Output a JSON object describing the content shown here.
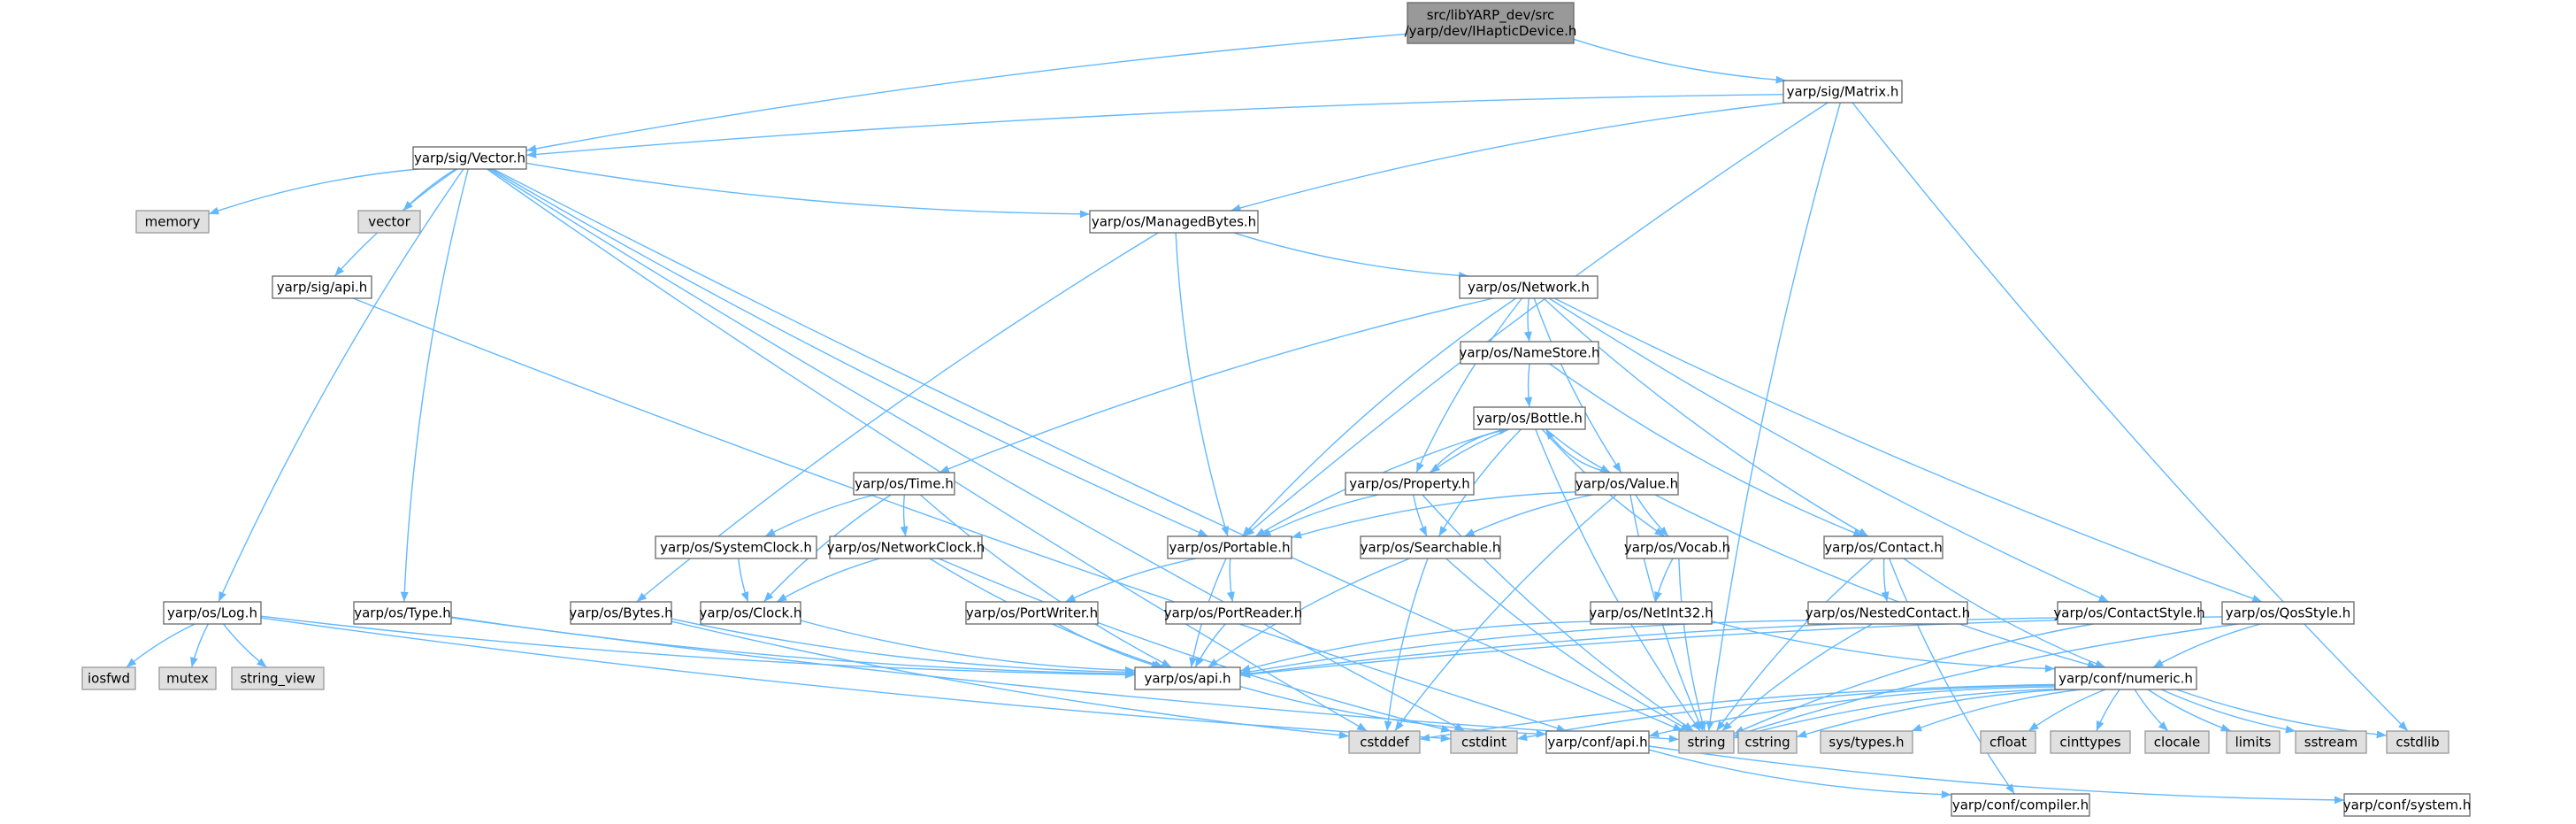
{
  "diagram": {
    "type": "include-dependency-graph",
    "colors": {
      "edge": "#63b8ff",
      "root_fill": "#999999",
      "root_border": "#666666",
      "file_fill": "#ffffff",
      "file_border": "#666666",
      "system_fill": "#e0e0e0",
      "system_border": "#999999"
    },
    "nodes": [
      {
        "id": "root",
        "kind": "root",
        "lines": [
          "src/libYARP_dev/src",
          "/yarp/dev/IHapticDevice.h"
        ]
      },
      {
        "id": "sig_matrix",
        "kind": "file",
        "lines": [
          "yarp/sig/Matrix.h"
        ]
      },
      {
        "id": "sig_vector",
        "kind": "file",
        "lines": [
          "yarp/sig/Vector.h"
        ]
      },
      {
        "id": "memory",
        "kind": "system",
        "lines": [
          "memory"
        ]
      },
      {
        "id": "vector",
        "kind": "system",
        "lines": [
          "vector"
        ]
      },
      {
        "id": "os_managedbytes",
        "kind": "file",
        "lines": [
          "yarp/os/ManagedBytes.h"
        ]
      },
      {
        "id": "sig_api",
        "kind": "file",
        "lines": [
          "yarp/sig/api.h"
        ]
      },
      {
        "id": "os_network",
        "kind": "file",
        "lines": [
          "yarp/os/Network.h"
        ]
      },
      {
        "id": "os_namestore",
        "kind": "file",
        "lines": [
          "yarp/os/NameStore.h"
        ]
      },
      {
        "id": "os_bottle",
        "kind": "file",
        "lines": [
          "yarp/os/Bottle.h"
        ]
      },
      {
        "id": "os_time",
        "kind": "file",
        "lines": [
          "yarp/os/Time.h"
        ]
      },
      {
        "id": "os_property",
        "kind": "file",
        "lines": [
          "yarp/os/Property.h"
        ]
      },
      {
        "id": "os_value",
        "kind": "file",
        "lines": [
          "yarp/os/Value.h"
        ]
      },
      {
        "id": "os_systemclock",
        "kind": "file",
        "lines": [
          "yarp/os/SystemClock.h"
        ]
      },
      {
        "id": "os_networkclock",
        "kind": "file",
        "lines": [
          "yarp/os/NetworkClock.h"
        ]
      },
      {
        "id": "os_portable",
        "kind": "file",
        "lines": [
          "yarp/os/Portable.h"
        ]
      },
      {
        "id": "os_searchable",
        "kind": "file",
        "lines": [
          "yarp/os/Searchable.h"
        ]
      },
      {
        "id": "os_vocab",
        "kind": "file",
        "lines": [
          "yarp/os/Vocab.h"
        ]
      },
      {
        "id": "os_contact",
        "kind": "file",
        "lines": [
          "yarp/os/Contact.h"
        ]
      },
      {
        "id": "os_log",
        "kind": "file",
        "lines": [
          "yarp/os/Log.h"
        ]
      },
      {
        "id": "os_type",
        "kind": "file",
        "lines": [
          "yarp/os/Type.h"
        ]
      },
      {
        "id": "os_bytes",
        "kind": "file",
        "lines": [
          "yarp/os/Bytes.h"
        ]
      },
      {
        "id": "os_clock",
        "kind": "file",
        "lines": [
          "yarp/os/Clock.h"
        ]
      },
      {
        "id": "os_portwriter",
        "kind": "file",
        "lines": [
          "yarp/os/PortWriter.h"
        ]
      },
      {
        "id": "os_portreader",
        "kind": "file",
        "lines": [
          "yarp/os/PortReader.h"
        ]
      },
      {
        "id": "os_netint32",
        "kind": "file",
        "lines": [
          "yarp/os/NetInt32.h"
        ]
      },
      {
        "id": "os_nestedcontact",
        "kind": "file",
        "lines": [
          "yarp/os/NestedContact.h"
        ]
      },
      {
        "id": "os_contactstyle",
        "kind": "file",
        "lines": [
          "yarp/os/ContactStyle.h"
        ]
      },
      {
        "id": "os_qosstyle",
        "kind": "file",
        "lines": [
          "yarp/os/QosStyle.h"
        ]
      },
      {
        "id": "iosfwd",
        "kind": "system",
        "lines": [
          "iosfwd"
        ]
      },
      {
        "id": "mutex",
        "kind": "system",
        "lines": [
          "mutex"
        ]
      },
      {
        "id": "string_view",
        "kind": "system",
        "lines": [
          "string_view"
        ]
      },
      {
        "id": "os_api",
        "kind": "file",
        "lines": [
          "yarp/os/api.h"
        ]
      },
      {
        "id": "conf_numeric",
        "kind": "file",
        "lines": [
          "yarp/conf/numeric.h"
        ]
      },
      {
        "id": "cstddef",
        "kind": "system",
        "lines": [
          "cstddef"
        ]
      },
      {
        "id": "cstdint",
        "kind": "system",
        "lines": [
          "cstdint"
        ]
      },
      {
        "id": "conf_api",
        "kind": "file",
        "lines": [
          "yarp/conf/api.h"
        ]
      },
      {
        "id": "string",
        "kind": "system",
        "lines": [
          "string"
        ]
      },
      {
        "id": "cstring",
        "kind": "system",
        "lines": [
          "cstring"
        ]
      },
      {
        "id": "sys_types",
        "kind": "system",
        "lines": [
          "sys/types.h"
        ]
      },
      {
        "id": "cfloat",
        "kind": "system",
        "lines": [
          "cfloat"
        ]
      },
      {
        "id": "cinttypes",
        "kind": "system",
        "lines": [
          "cinttypes"
        ]
      },
      {
        "id": "clocale",
        "kind": "system",
        "lines": [
          "clocale"
        ]
      },
      {
        "id": "limits",
        "kind": "system",
        "lines": [
          "limits"
        ]
      },
      {
        "id": "sstream",
        "kind": "system",
        "lines": [
          "sstream"
        ]
      },
      {
        "id": "cstdlib",
        "kind": "system",
        "lines": [
          "cstdlib"
        ]
      },
      {
        "id": "conf_compiler",
        "kind": "file",
        "lines": [
          "yarp/conf/compiler.h"
        ]
      },
      {
        "id": "conf_system",
        "kind": "file",
        "lines": [
          "yarp/conf/system.h"
        ]
      }
    ],
    "edges": [
      [
        "root",
        "sig_vector"
      ],
      [
        "root",
        "sig_matrix"
      ],
      [
        "sig_matrix",
        "sig_vector"
      ],
      [
        "sig_matrix",
        "os_managedbytes"
      ],
      [
        "sig_matrix",
        "os_portable"
      ],
      [
        "sig_matrix",
        "cstdlib"
      ],
      [
        "sig_matrix",
        "string"
      ],
      [
        "sig_vector",
        "memory"
      ],
      [
        "sig_vector",
        "vector"
      ],
      [
        "sig_vector",
        "os_managedbytes"
      ],
      [
        "sig_vector",
        "sig_api"
      ],
      [
        "sig_vector",
        "os_log"
      ],
      [
        "sig_vector",
        "os_type"
      ],
      [
        "sig_vector",
        "os_portable"
      ],
      [
        "sig_vector",
        "cstddef"
      ],
      [
        "sig_vector",
        "cstdint"
      ],
      [
        "sig_vector",
        "string"
      ],
      [
        "os_managedbytes",
        "os_network"
      ],
      [
        "os_managedbytes",
        "os_bytes"
      ],
      [
        "os_managedbytes",
        "os_portable"
      ],
      [
        "sig_api",
        "conf_api"
      ],
      [
        "os_network",
        "os_namestore"
      ],
      [
        "os_network",
        "os_time"
      ],
      [
        "os_network",
        "os_property"
      ],
      [
        "os_network",
        "os_value"
      ],
      [
        "os_network",
        "os_portable"
      ],
      [
        "os_network",
        "os_contact"
      ],
      [
        "os_network",
        "os_contactstyle"
      ],
      [
        "os_network",
        "os_qosstyle"
      ],
      [
        "os_namestore",
        "os_bottle"
      ],
      [
        "os_namestore",
        "os_contact"
      ],
      [
        "os_bottle",
        "os_property"
      ],
      [
        "os_bottle",
        "os_value"
      ],
      [
        "os_bottle",
        "os_portable"
      ],
      [
        "os_bottle",
        "os_searchable"
      ],
      [
        "os_bottle",
        "os_vocab"
      ],
      [
        "os_bottle",
        "string"
      ],
      [
        "os_property",
        "os_bottle"
      ],
      [
        "os_property",
        "os_portable"
      ],
      [
        "os_property",
        "os_searchable"
      ],
      [
        "os_property",
        "string"
      ],
      [
        "os_value",
        "os_bottle"
      ],
      [
        "os_value",
        "os_portable"
      ],
      [
        "os_value",
        "os_searchable"
      ],
      [
        "os_value",
        "os_vocab"
      ],
      [
        "os_value",
        "cstddef"
      ],
      [
        "os_value",
        "string"
      ],
      [
        "os_value",
        "conf_numeric"
      ],
      [
        "os_time",
        "os_systemclock"
      ],
      [
        "os_time",
        "os_networkclock"
      ],
      [
        "os_time",
        "os_clock"
      ],
      [
        "os_time",
        "os_api"
      ],
      [
        "os_systemclock",
        "os_clock"
      ],
      [
        "os_networkclock",
        "os_clock"
      ],
      [
        "os_networkclock",
        "os_api"
      ],
      [
        "os_networkclock",
        "cstdint"
      ],
      [
        "os_portable",
        "os_portwriter"
      ],
      [
        "os_portable",
        "os_portreader"
      ],
      [
        "os_portable",
        "os_api"
      ],
      [
        "os_searchable",
        "os_api"
      ],
      [
        "os_searchable",
        "cstddef"
      ],
      [
        "os_searchable",
        "string"
      ],
      [
        "os_vocab",
        "os_netint32"
      ],
      [
        "os_vocab",
        "string"
      ],
      [
        "os_contact",
        "os_nestedcontact"
      ],
      [
        "os_contact",
        "string"
      ],
      [
        "os_contact",
        "conf_numeric"
      ],
      [
        "os_contact",
        "conf_compiler"
      ],
      [
        "os_log",
        "iosfwd"
      ],
      [
        "os_log",
        "mutex"
      ],
      [
        "os_log",
        "string_view"
      ],
      [
        "os_log",
        "os_api"
      ],
      [
        "os_log",
        "cstdint"
      ],
      [
        "os_type",
        "os_api"
      ],
      [
        "os_type",
        "string"
      ],
      [
        "os_bytes",
        "os_api"
      ],
      [
        "os_bytes",
        "cstddef"
      ],
      [
        "os_clock",
        "os_api"
      ],
      [
        "os_portwriter",
        "os_api"
      ],
      [
        "os_portreader",
        "os_api"
      ],
      [
        "os_netint32",
        "os_api"
      ],
      [
        "os_netint32",
        "conf_numeric"
      ],
      [
        "os_nestedcontact",
        "os_api"
      ],
      [
        "os_nestedcontact",
        "string"
      ],
      [
        "os_contactstyle",
        "os_api"
      ],
      [
        "os_contactstyle",
        "string"
      ],
      [
        "os_qosstyle",
        "os_api"
      ],
      [
        "os_qosstyle",
        "conf_numeric"
      ],
      [
        "os_qosstyle",
        "string"
      ],
      [
        "os_api",
        "conf_api"
      ],
      [
        "conf_numeric",
        "cstddef"
      ],
      [
        "conf_numeric",
        "cstdint"
      ],
      [
        "conf_numeric",
        "conf_api"
      ],
      [
        "conf_numeric",
        "string"
      ],
      [
        "conf_numeric",
        "cstring"
      ],
      [
        "conf_numeric",
        "sys_types"
      ],
      [
        "conf_numeric",
        "cfloat"
      ],
      [
        "conf_numeric",
        "cinttypes"
      ],
      [
        "conf_numeric",
        "clocale"
      ],
      [
        "conf_numeric",
        "limits"
      ],
      [
        "conf_numeric",
        "sstream"
      ],
      [
        "conf_numeric",
        "cstdlib"
      ],
      [
        "conf_api",
        "conf_compiler"
      ],
      [
        "conf_api",
        "conf_system"
      ]
    ]
  }
}
